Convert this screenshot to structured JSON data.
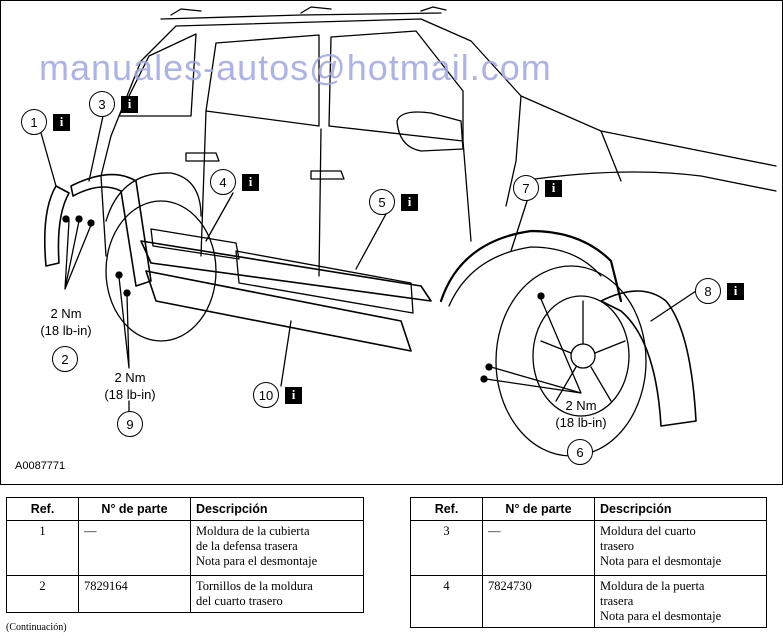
{
  "watermark": "manuales-autos@hotmail.com",
  "figure_id": "A0087771",
  "info_icon": "i",
  "callouts": [
    {
      "num": "1",
      "has_info": true
    },
    {
      "num": "2",
      "has_info": false
    },
    {
      "num": "3",
      "has_info": true
    },
    {
      "num": "4",
      "has_info": true
    },
    {
      "num": "5",
      "has_info": true
    },
    {
      "num": "6",
      "has_info": false
    },
    {
      "num": "7",
      "has_info": true
    },
    {
      "num": "8",
      "has_info": true
    },
    {
      "num": "9",
      "has_info": false
    },
    {
      "num": "10",
      "has_info": true
    }
  ],
  "torques": [
    {
      "nm": "2 Nm",
      "lbin": "(18 lb-in)"
    },
    {
      "nm": "2 Nm",
      "lbin": "(18 lb-in)"
    },
    {
      "nm": "2 Nm",
      "lbin": "(18 lb-in)"
    }
  ],
  "table_headers": {
    "ref": "Ref.",
    "part": "N° de parte",
    "desc": "Descripción"
  },
  "table_left": [
    {
      "ref": "1",
      "part": "—",
      "desc": [
        "Moldura de la cubierta",
        "de la defensa trasera",
        "Nota para el desmontaje"
      ]
    },
    {
      "ref": "2",
      "part": "7829164",
      "desc": [
        "Tornillos de la moldura",
        "del cuarto trasero"
      ]
    }
  ],
  "table_right": [
    {
      "ref": "3",
      "part": "—",
      "desc": [
        "Moldura del cuarto",
        "trasero",
        "Nota para el desmontaje"
      ]
    },
    {
      "ref": "4",
      "part": "7824730",
      "desc": [
        "Moldura de la puerta",
        "trasera",
        "Nota para el desmontaje"
      ]
    }
  ],
  "continued": "(Continuación)"
}
